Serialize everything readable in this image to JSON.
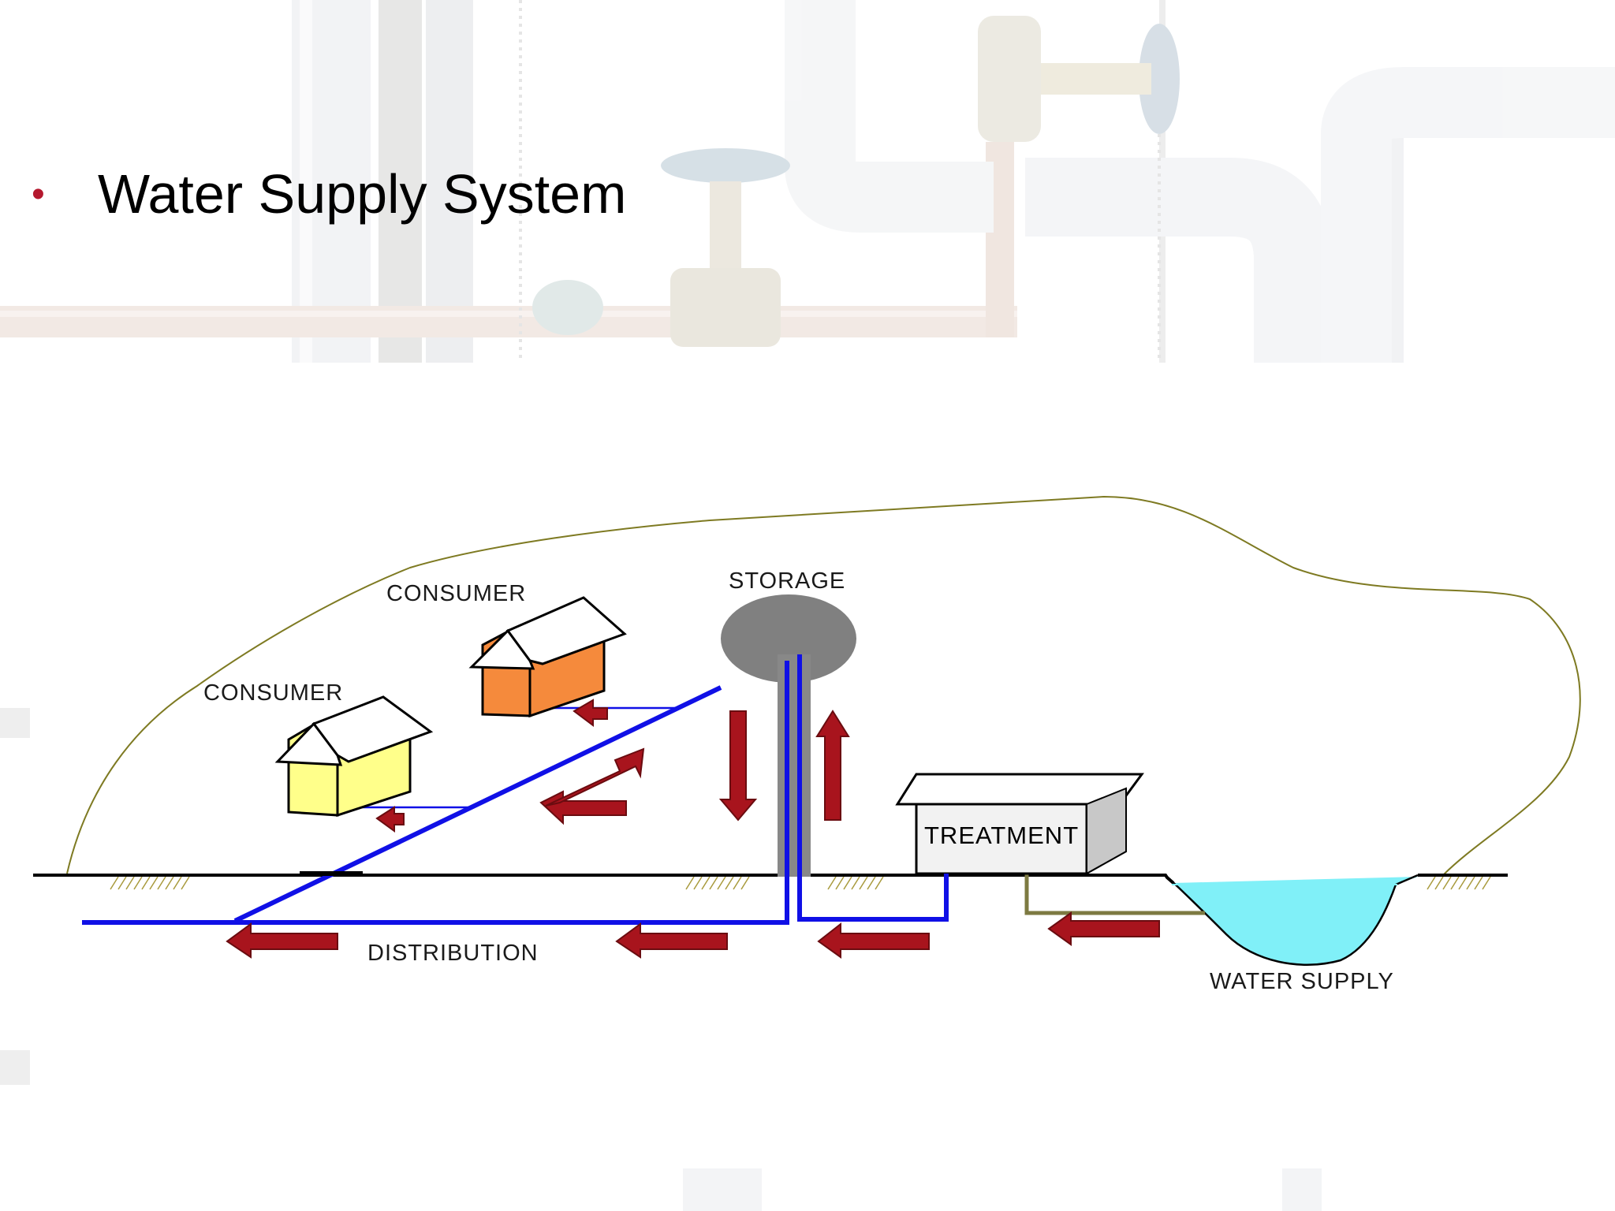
{
  "slide": {
    "bullet_glyph": "•",
    "title": "Water Supply System"
  },
  "diagram": {
    "labels": {
      "consumer_upper": "CONSUMER",
      "consumer_lower": "CONSUMER",
      "storage": "STORAGE",
      "treatment": "TREATMENT",
      "distribution": "DISTRIBUTION",
      "water_supply": "WATER SUPPLY"
    },
    "colors": {
      "pipe": "#1010e6",
      "arrow": "#a8141d",
      "house_upper": "#f58a3c",
      "house_lower": "#ffff8a",
      "storage_tank": "#808080",
      "water": "#80f0f8",
      "treatment_box": "#f2f2f2",
      "bullet": "#b5182e",
      "intake_pipe": "#7d7a42"
    }
  }
}
